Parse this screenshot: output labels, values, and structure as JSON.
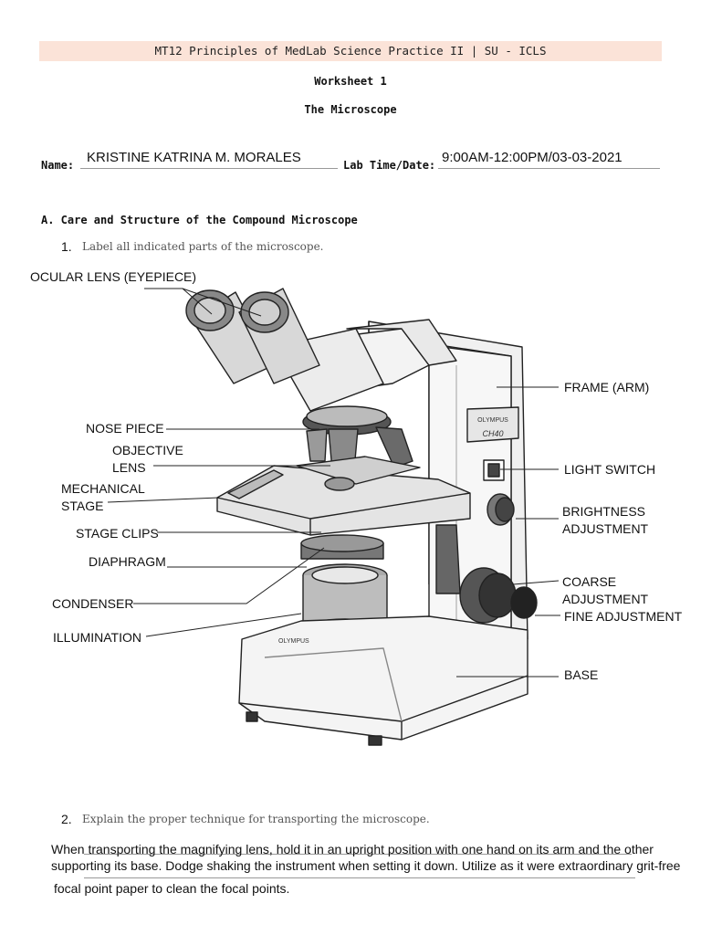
{
  "header": {
    "course": "MT12 Principles of MedLab Science Practice II | SU - ICLS"
  },
  "worksheet": {
    "title": "Worksheet 1",
    "subtitle": "The Microscope"
  },
  "form": {
    "name_label": "Name:",
    "name_value": "KRISTINE KATRINA M. MORALES",
    "labtime_label": "Lab Time/Date:",
    "labtime_value": "9:00AM-12:00PM/03-03-2021"
  },
  "section_a": {
    "heading": "A. Care and Structure of the Compound Microscope",
    "q1_number": "1.",
    "q1_text": "Label all indicated parts of the microscope.",
    "q2_number": "2.",
    "q2_text": "Explain the proper technique for transporting the microscope."
  },
  "labels": {
    "ocular": "OCULAR LENS (EYEPIECE)",
    "nose": "NOSE PIECE",
    "objective_1": "OBJECTIVE",
    "objective_2": "LENS",
    "mechanical_1": "MECHANICAL",
    "mechanical_2": "STAGE",
    "stage_clips": "STAGE CLIPS",
    "diaphragm": "DIAPHRAGM",
    "condenser": "CONDENSER",
    "illumination": "ILLUMINATION",
    "frame": "FRAME (ARM)",
    "light_switch": "LIGHT SWITCH",
    "brightness_1": "BRIGHTNESS",
    "brightness_2": "ADJUSTMENT",
    "coarse_1": "COARSE",
    "coarse_2": "ADJUSTMENT",
    "fine": "FINE ADJUSTMENT",
    "base": "BASE"
  },
  "microscope_branding": {
    "brand": "OLYMPUS",
    "model": "CH40",
    "base_brand": "OLYMPUS"
  },
  "answer2": {
    "line1": "When transporting the magnifying lens, hold it in an upright position with one hand on its arm and the other",
    "line2": "supporting its base. Dodge shaking the instrument when setting it down. Utilize as it were extraordinary grit-free",
    "line3": "focal point paper to clean the focal points."
  }
}
